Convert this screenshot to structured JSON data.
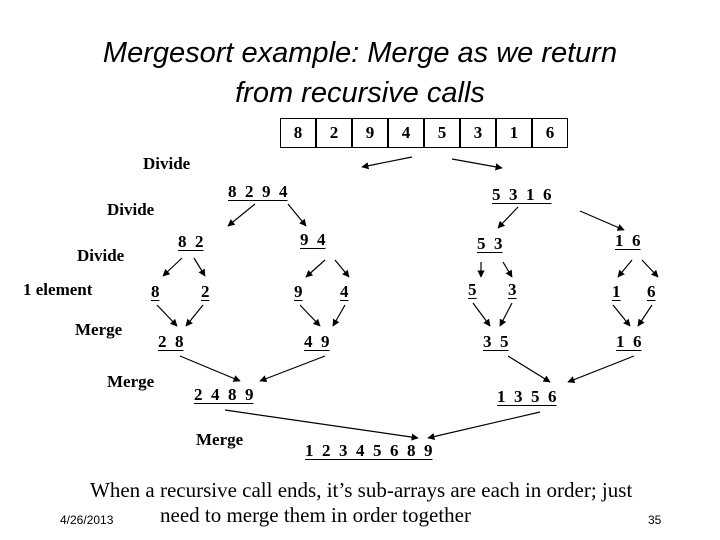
{
  "title": {
    "line1": "Mergesort example: Merge as we return",
    "line2": "from recursive calls"
  },
  "initial_array": [
    "8",
    "2",
    "9",
    "4",
    "5",
    "3",
    "1",
    "6"
  ],
  "labels": {
    "divide1": "Divide",
    "divide2": "Divide",
    "divide3": "Divide",
    "one_element": "1 element",
    "merge1": "Merge",
    "merge2": "Merge",
    "merge3": "Merge"
  },
  "level1": {
    "left": "8  2  9  4",
    "right": "5  3  1  6"
  },
  "level2": {
    "a": "8  2",
    "b": "9  4",
    "c": "5  3",
    "d": "1  6"
  },
  "level3": [
    "8",
    "2",
    "9",
    "4",
    "5",
    "3",
    "1",
    "6"
  ],
  "merge_pairs": {
    "a": "2  8",
    "b": "4  9",
    "c": "3  5",
    "d": "1  6"
  },
  "merge_halves": {
    "left": "2  4  8  9",
    "right": "1  3  5  6"
  },
  "final": "1  2  3  4  5  6  8  9",
  "note": {
    "line1": "When a recursive call ends, it’s sub-arrays are each in order; just",
    "line2": "need to merge them in order together"
  },
  "footer": {
    "date": "4/26/2013",
    "page": "35"
  }
}
